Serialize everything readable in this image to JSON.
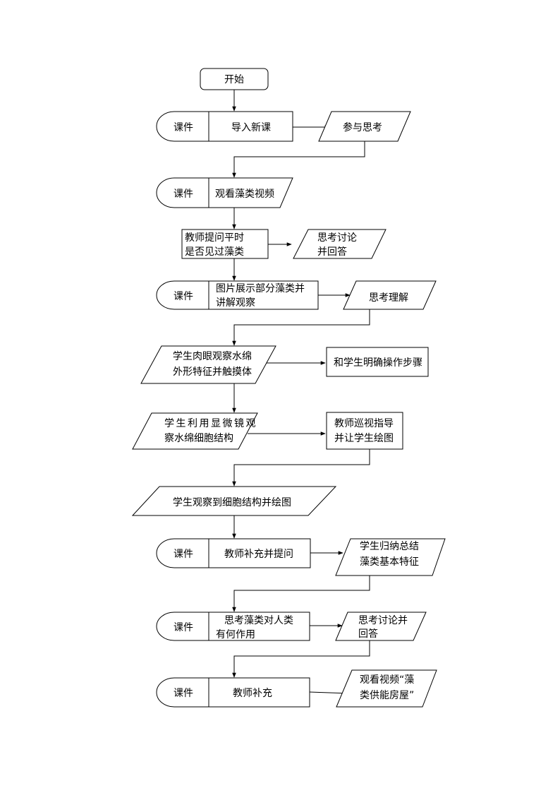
{
  "start": {
    "label": "开始"
  },
  "steps": [
    {
      "media": "课件",
      "action": [
        "导入新课"
      ],
      "response": [
        "参与思考"
      ]
    },
    {
      "media": "课件",
      "action": [
        "观看藻类视频"
      ]
    },
    {
      "action": [
        "教师提问平时",
        "是否见过藻类"
      ],
      "response": [
        "思考讨论",
        "并回答"
      ]
    },
    {
      "media": "课件",
      "action": [
        "图片展示部分藻类并",
        "讲解观察"
      ],
      "response": [
        "思考理解"
      ]
    },
    {
      "action": [
        "学生肉眼观察水绵",
        "外形特征并触摸体"
      ],
      "response": [
        "和学生明确操作步骤"
      ]
    },
    {
      "action": [
        "学生利用显微镜观",
        "察水绵细胞结构"
      ],
      "response": [
        "教师巡视指导",
        "并让学生绘图"
      ]
    },
    {
      "action": [
        "学生观察到细胞结构并绘图"
      ]
    },
    {
      "media": "课件",
      "action": [
        "教师补充并提问"
      ],
      "response": [
        "学生归纳总结",
        "藻类基本特征"
      ]
    },
    {
      "media": "课件",
      "action": [
        "思考藻类对人类",
        "有何作用"
      ],
      "response": [
        "思考讨论并",
        "回答"
      ]
    },
    {
      "media": "课件",
      "action": [
        "教师补充"
      ],
      "response": [
        "观看视频“藻",
        "类供能房屋”"
      ]
    }
  ]
}
